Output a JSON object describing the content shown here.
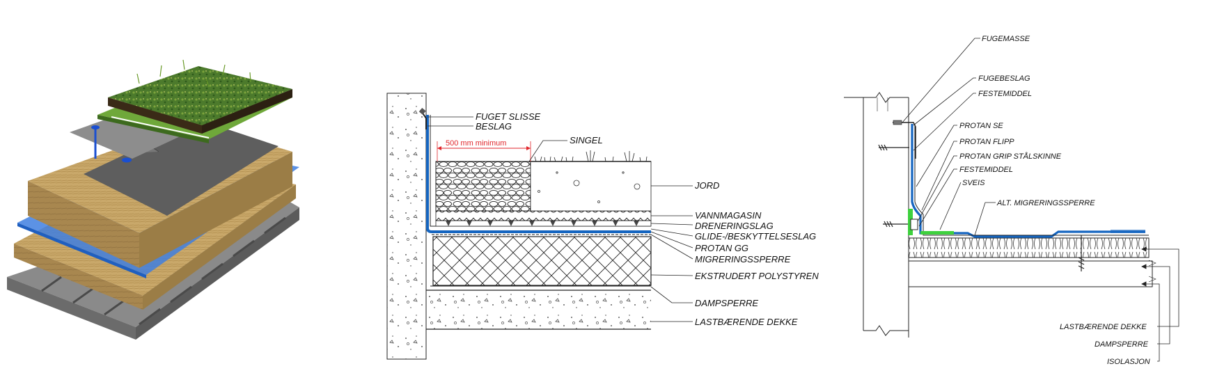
{
  "colors": {
    "membrane_blue": "#1565c0",
    "weld_green": "#3ed13e",
    "dimension_red": "#e0262b",
    "insulation_wool": "#c9a86a",
    "grass_green": "#4c7a2c",
    "deck_grey": "#8a8a8a"
  },
  "illustration": {
    "icons": [
      "green-roof-vegetation",
      "drainage-mat",
      "fastener",
      "mineral-wool-insulation",
      "steel-deck"
    ]
  },
  "middle_detail": {
    "dimension_label": "500 mm minimum",
    "labels": {
      "fuget_slisse": "FUGET SLISSE",
      "beslag": "BESLAG",
      "singel": "SINGEL",
      "jord": "JORD",
      "vannmagasin": "VANNMAGASIN",
      "dreneringslag": "DRENERINGSLAG",
      "glide": "GLIDE-/BESKYTTELSESLAG",
      "protan_gg": "PROTAN GG",
      "migreringssperre": "MIGRERINGSSPERRE",
      "ekstrudert": "EKSTRUDERT POLYSTYREN",
      "dampsperre": "DAMPSPERRE",
      "lastbaerende": "LASTBÆRENDE DEKKE"
    }
  },
  "right_detail": {
    "labels": {
      "fugemasse": "FUGEMASSE",
      "fugebeslag": "FUGEBESLAG",
      "festemiddel_1": "FESTEMIDDEL",
      "protan_se": "PROTAN SE",
      "protan_flipp": "PROTAN FLIPP",
      "protan_grip": "PROTAN GRIP STÅLSKINNE",
      "festemiddel_2": "FESTEMIDDEL",
      "sveis": "SVEIS",
      "alt_migrering": "ALT. MIGRERINGSSPERRE",
      "lastbaerende": "LASTBÆRENDE DEKKE",
      "dampsperre": "DAMPSPERRE",
      "isolasjon": "ISOLASJON"
    }
  }
}
